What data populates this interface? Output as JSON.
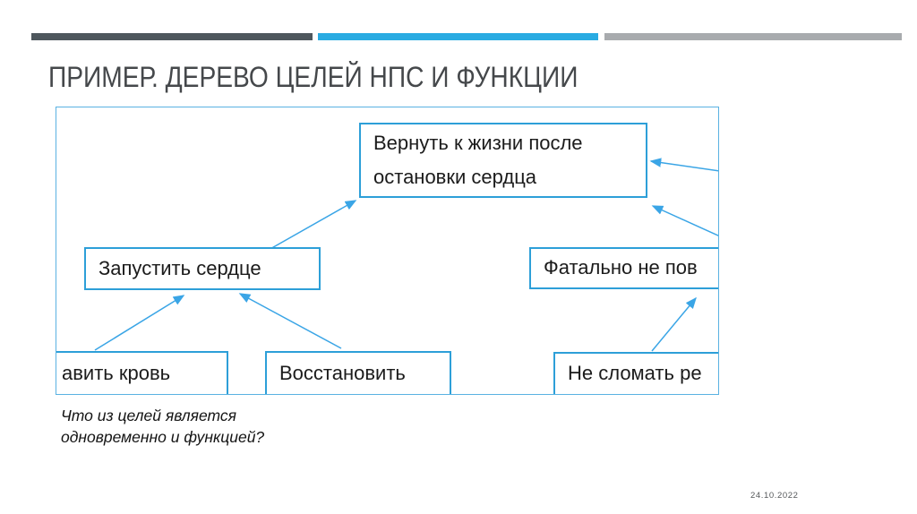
{
  "slide": {
    "title": "ПРИМЕР. ДЕРЕВО ЦЕЛЕЙ НПС И ФУНКЦИИ",
    "question": "Что из целей является\nодновременно и функцией?",
    "date": "24.10.2022"
  },
  "colors": {
    "bar_dark": "#4e575d",
    "bar_accent": "#29abe2",
    "bar_gray": "#a8abae",
    "frame_border": "#5ab2e2",
    "node_border": "#2d9fd8",
    "arrow": "#3aa5e6",
    "title_text": "#45484b"
  },
  "diagram": {
    "nodes": [
      {
        "id": "root",
        "label": "Вернуть к жизни после\nостановки сердца"
      },
      {
        "id": "start-heart",
        "label": "Запустить сердце"
      },
      {
        "id": "fatal",
        "label": "Фатально не пов",
        "clipped": "right"
      },
      {
        "id": "blood",
        "label": "авить кровь",
        "clipped": "left"
      },
      {
        "id": "restore",
        "label": "Восстановить"
      },
      {
        "id": "ribs",
        "label": "Не сломать ре",
        "clipped": "right"
      }
    ],
    "edges": [
      {
        "from": "start-heart",
        "to": "root"
      },
      {
        "from": "off-frame-right-1",
        "to": "root"
      },
      {
        "from": "off-frame-right-2",
        "to": "root"
      },
      {
        "from": "blood",
        "to": "start-heart"
      },
      {
        "from": "restore",
        "to": "start-heart"
      },
      {
        "from": "ribs",
        "to": "fatal"
      }
    ]
  }
}
